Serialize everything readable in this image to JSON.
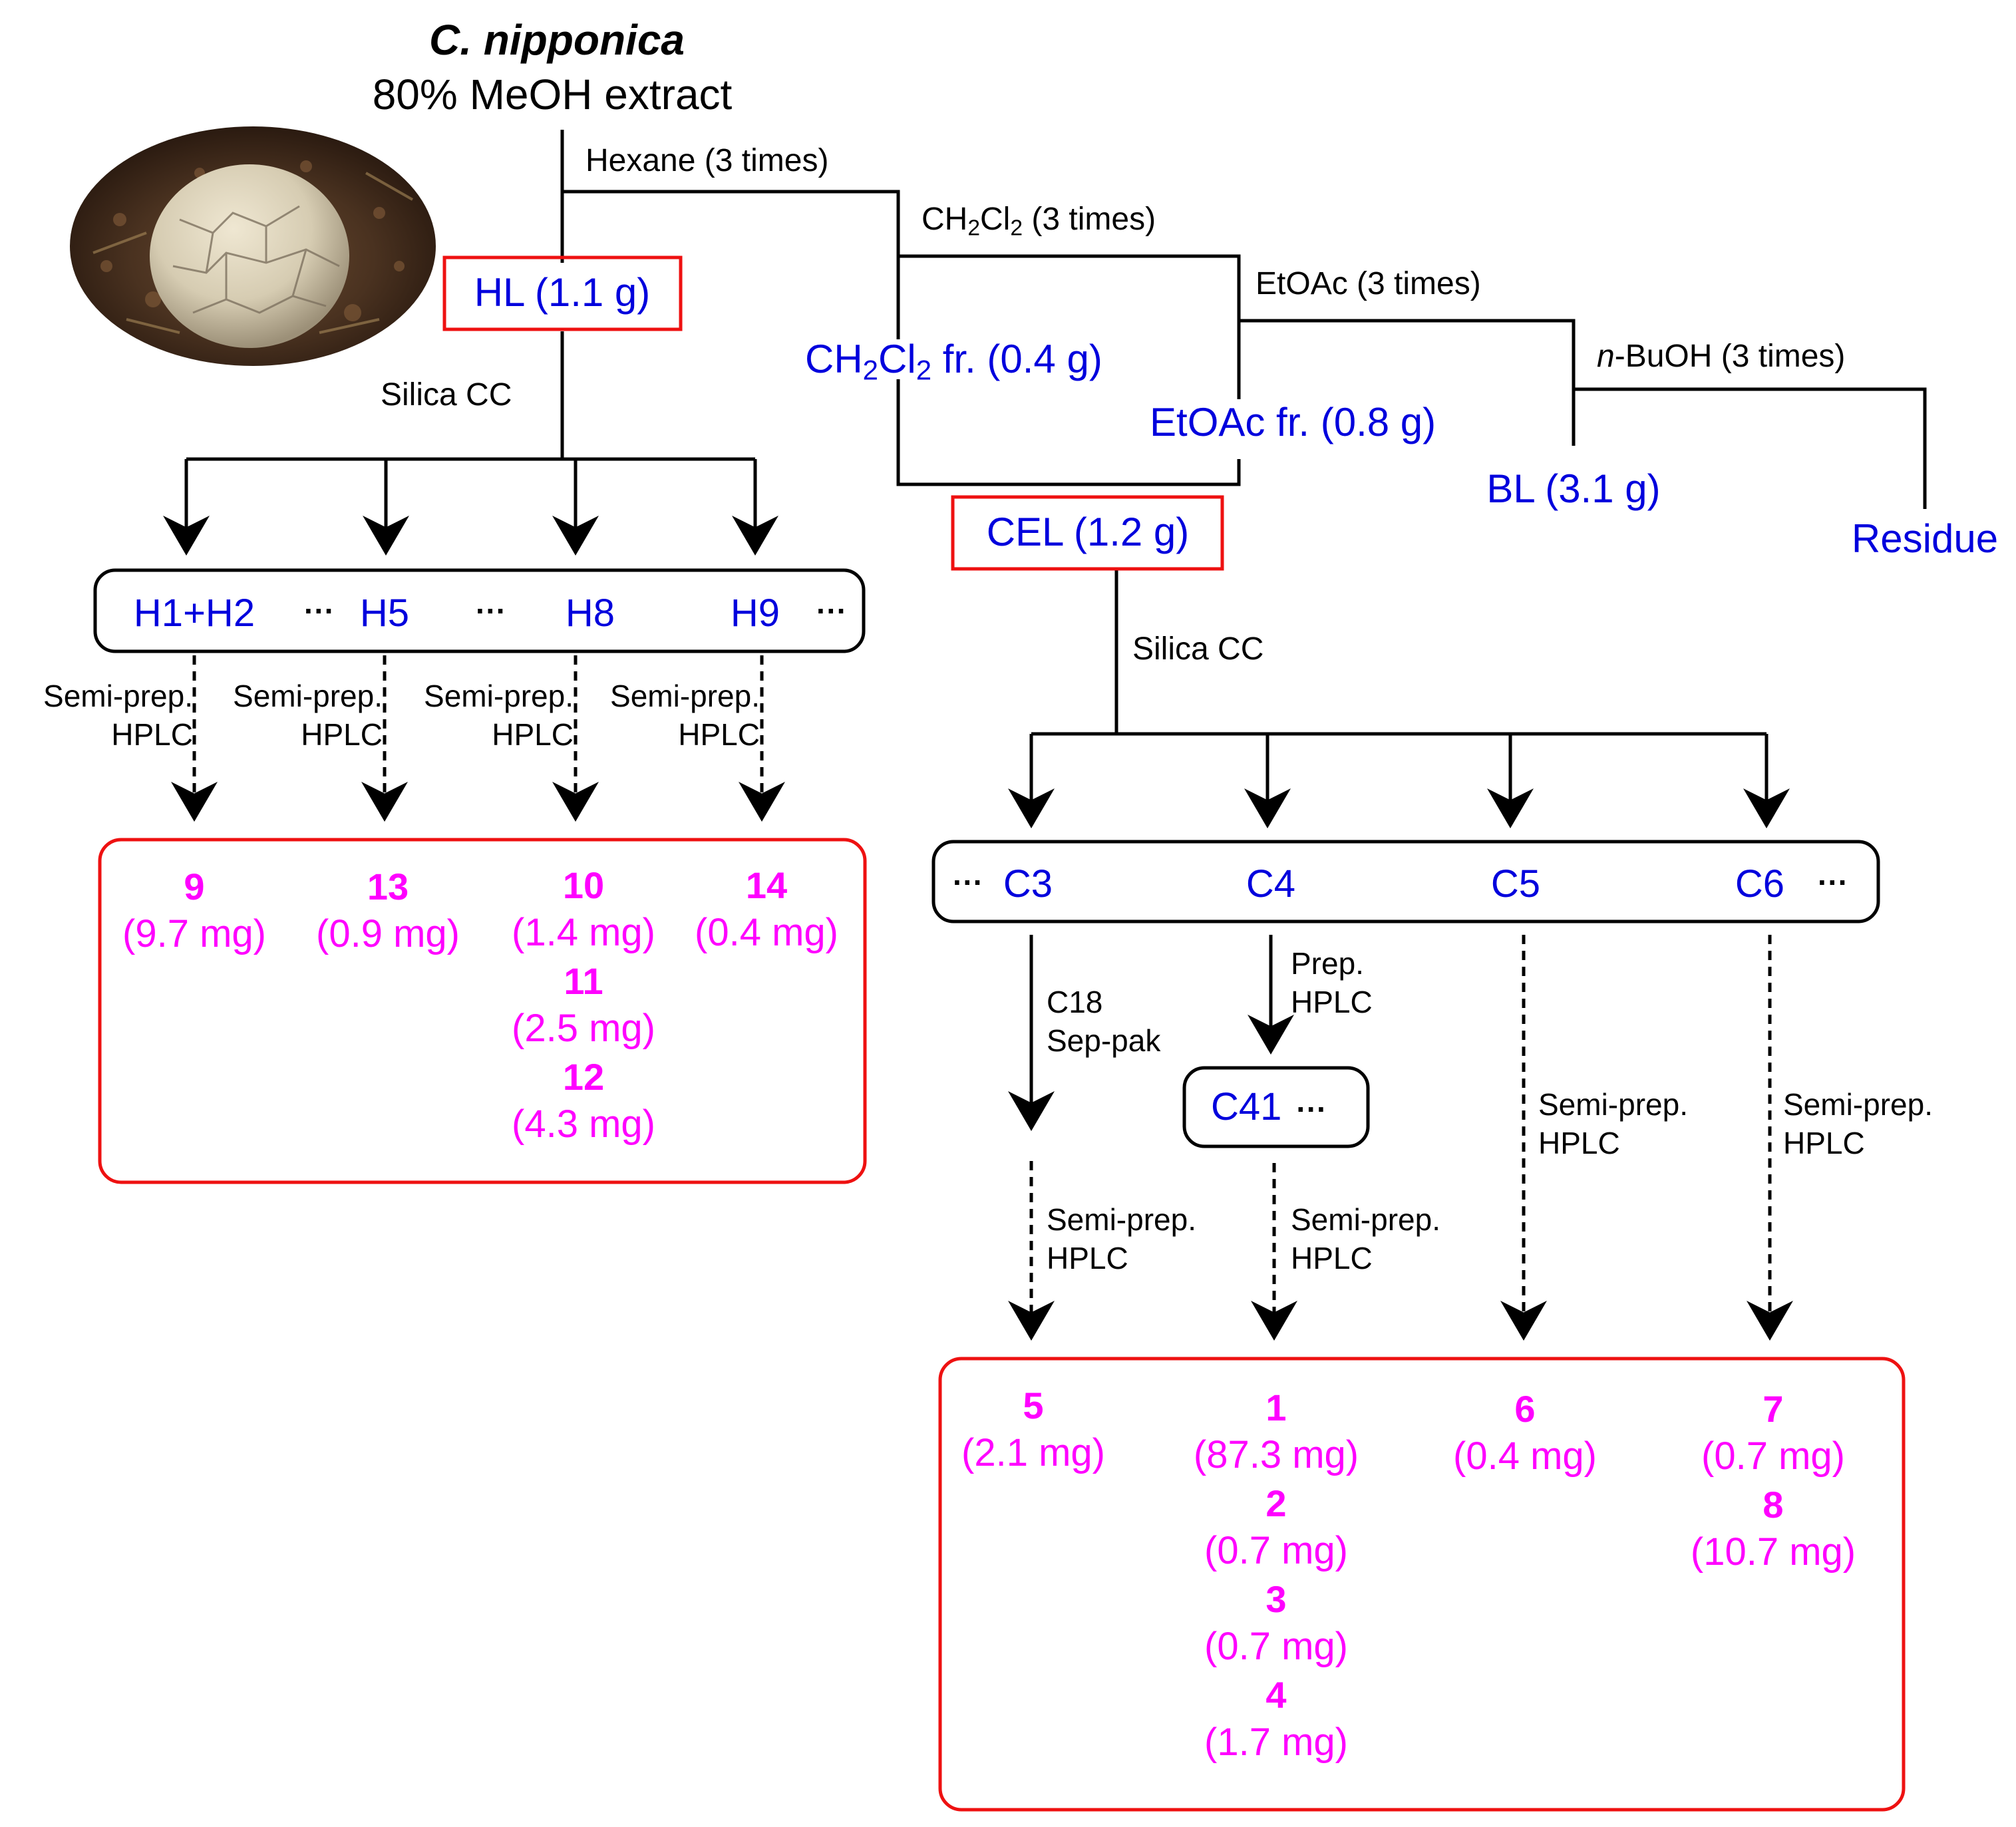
{
  "title": {
    "species": "C. nipponica",
    "extract": "80% MeOH extract"
  },
  "photo": {
    "icon": "mushroom-photo"
  },
  "partition": {
    "hexane": "Hexane (3 times)",
    "ch2cl2_pre": "CH",
    "ch2cl2_s1": "2",
    "ch2cl2_mid": "Cl",
    "ch2cl2_s2": "2",
    "ch2cl2_post": " (3 times)",
    "etoac": "EtOAc (3 times)",
    "nbuoh_it": "n",
    "nbuoh_rest": "-BuOH (3 times)"
  },
  "fractions": {
    "hl": "HL (1.1 g)",
    "ch2cl2_pre": "CH",
    "ch2cl2_s1": "2",
    "ch2cl2_mid": "Cl",
    "ch2cl2_s2": "2",
    "ch2cl2_post": " fr. (0.4 g)",
    "etoac": "EtOAc fr. (0.8 g)",
    "bl": "BL (3.1 g)",
    "residue": "Residue",
    "cel": "CEL (1.2 g)"
  },
  "left_branch": {
    "method": "Silica CC",
    "subfractions": [
      "H1+H2",
      "H5",
      "H8",
      "H9"
    ],
    "ellipsis": "···",
    "hplc_l1": "Semi-prep.",
    "hplc_l2": "HPLC",
    "results": [
      {
        "compounds": [
          {
            "id": "9",
            "mass": "(9.7 mg)"
          }
        ]
      },
      {
        "compounds": [
          {
            "id": "13",
            "mass": "(0.9 mg)"
          }
        ]
      },
      {
        "compounds": [
          {
            "id": "10",
            "mass": "(1.4 mg)"
          },
          {
            "id": "11",
            "mass": "(2.5 mg)"
          },
          {
            "id": "12",
            "mass": "(4.3 mg)"
          }
        ]
      },
      {
        "compounds": [
          {
            "id": "14",
            "mass": "(0.4 mg)"
          }
        ]
      }
    ]
  },
  "right_branch": {
    "method": "Silica CC",
    "subfractions": [
      "C3",
      "C4",
      "C5",
      "C6"
    ],
    "ellipsis": "···",
    "c18_l1": "C18",
    "c18_l2": "Sep-pak",
    "prep_l1": "Prep.",
    "prep_l2": "HPLC",
    "c41": "C41",
    "hplc_l1": "Semi-prep.",
    "hplc_l2": "HPLC",
    "results": [
      {
        "compounds": [
          {
            "id": "5",
            "mass": "(2.1 mg)"
          }
        ]
      },
      {
        "compounds": [
          {
            "id": "1",
            "mass": "(87.3 mg)"
          },
          {
            "id": "2",
            "mass": "(0.7 mg)"
          },
          {
            "id": "3",
            "mass": "(0.7 mg)"
          },
          {
            "id": "4",
            "mass": "(1.7 mg)"
          }
        ]
      },
      {
        "compounds": [
          {
            "id": "6",
            "mass": "(0.4 mg)"
          }
        ]
      },
      {
        "compounds": [
          {
            "id": "7",
            "mass": "(0.7 mg)"
          },
          {
            "id": "8",
            "mass": "(10.7 mg)"
          }
        ]
      }
    ]
  },
  "colors": {
    "fraction": "#0000dd",
    "compound": "#ff00ff",
    "highlight_box": "#ee1111",
    "line": "#000000"
  }
}
